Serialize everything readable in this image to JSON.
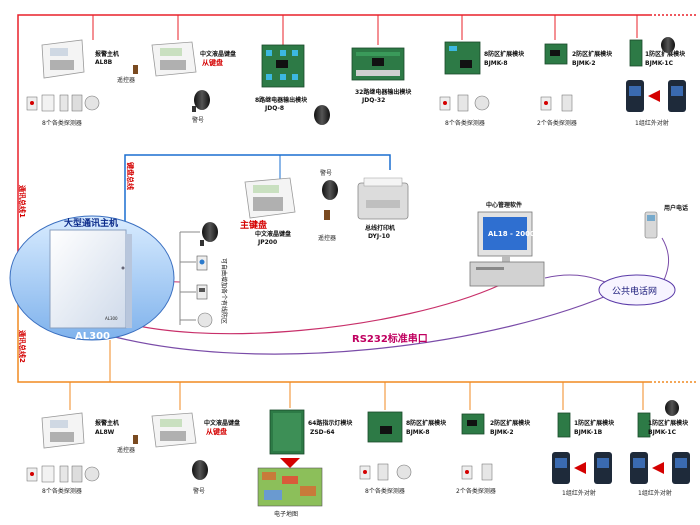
{
  "colors": {
    "top_bus": "#e8202a",
    "bottom_bus": "#f08a20",
    "keyboard_bus": "#1a6fd0",
    "rs232": "#c8306a",
    "phone_line": "#7a4ca8",
    "host_box": "#eef3fa",
    "circuit_board": "#2d7a46"
  },
  "labels": {
    "top_bus": "通讯总线1",
    "bottom_bus": "通讯总线2",
    "keyboard_bus": "键盘总线",
    "rs232": "RS232标准串口",
    "public_network": "公共电话网",
    "user_phone": "用户电话",
    "center_software": "中心管理软件",
    "screen_text": "AL18 - 2000"
  },
  "host": {
    "title": "大型通讯主机",
    "model": "AL300",
    "box_text": "AL300",
    "side_label": "可自由增加各个有线防区"
  },
  "top_row": {
    "alarm_host": {
      "name": "报警主机",
      "model": "AL8B"
    },
    "sub_keyboard": {
      "name": "中文液晶键盘",
      "role": "从键盘"
    },
    "remote": "遥控器",
    "siren": "警号",
    "detectors_8": "8个各类探测器",
    "relay_8": {
      "name": "8路继电器输出模块",
      "model": "JDQ-8"
    },
    "relay_32": {
      "name": "32路继电器输出模块",
      "model": "JDQ-32"
    },
    "zone8": {
      "name": "8防区扩展模块",
      "model": "BJMK-8",
      "detectors": "8个各类探测器"
    },
    "zone2": {
      "name": "2防区扩展模块",
      "model": "BJMK-2",
      "detectors": "2个各类探测器"
    },
    "zone1c": {
      "name": "1防区扩展模块",
      "model": "BJMK-1C",
      "detectors": "1组红外对射"
    }
  },
  "middle": {
    "main_keyboard": {
      "role": "主键盘",
      "name": "中文液晶键盘",
      "model": "JP200"
    },
    "siren": "警号",
    "remote": "遥控器",
    "printer": {
      "name": "总线打印机",
      "model": "DYJ-10"
    }
  },
  "bottom_row": {
    "alarm_host": {
      "name": "报警主机",
      "model": "AL8W"
    },
    "sub_keyboard": {
      "name": "中文液晶键盘",
      "role": "从键盘"
    },
    "remote": "遥控器",
    "siren": "警号",
    "detectors_8": "8个各类探测器",
    "indicator": {
      "name": "64路指示灯模块",
      "model": "ZSD-64"
    },
    "map": "电子地图",
    "zone8": {
      "name": "8防区扩展模块",
      "model": "BJMK-8",
      "detectors": "8个各类探测器"
    },
    "zone2": {
      "name": "2防区扩展模块",
      "model": "BJMK-2",
      "detectors": "2个各类探测器"
    },
    "zone1b": {
      "name": "1防区扩展模块",
      "model": "BJMK-1B",
      "detectors": "1组红外对射"
    },
    "zone1c": {
      "name": "1防区扩展模块",
      "model": "BJMK-1C",
      "detectors": "1组红外对射"
    }
  }
}
